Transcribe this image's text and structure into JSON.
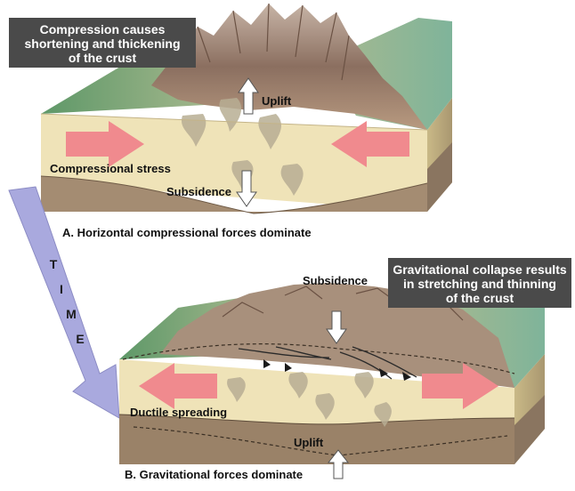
{
  "panel_a": {
    "caption_lines": [
      "Compression causes",
      "shortening and thickening",
      "of the crust"
    ],
    "uplift_label": "Uplift",
    "stress_label": "Compressional stress",
    "subsidence_label": "Subsidence",
    "title": "A. Horizontal compressional forces dominate"
  },
  "time_label": [
    "T",
    "I",
    "M",
    "E"
  ],
  "panel_b": {
    "caption_lines": [
      "Gravitational collapse results",
      "in stretching and thinning",
      "of the crust"
    ],
    "subsidence_label": "Subsidence",
    "spreading_label": "Ductile spreading",
    "uplift_label": "Uplift",
    "title": "B. Gravitational forces dominate"
  },
  "colors": {
    "caption_box": "#4a4a4a",
    "stress_arrow": "#f08a8e",
    "time_arrow": "#a9a9de",
    "crust": "#efe3b8",
    "mantle": "#9a8268",
    "mountains": "#8f7565",
    "lowland": "#7fae8a"
  },
  "icons": [
    "white-up-arrow",
    "white-down-arrow",
    "pink-arrow",
    "time-arrow",
    "fault-arrow"
  ]
}
